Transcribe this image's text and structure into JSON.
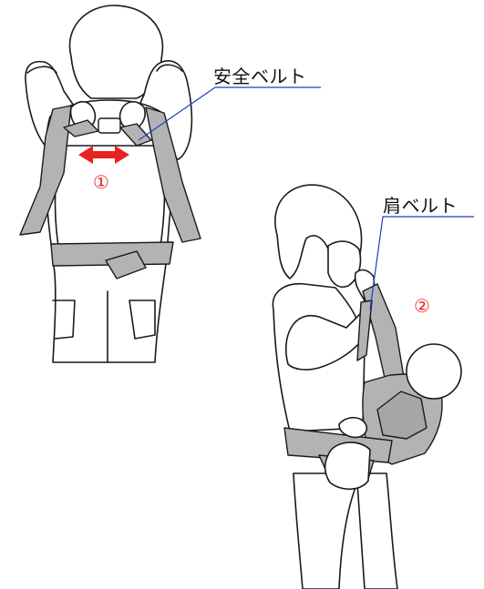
{
  "callouts": {
    "safety_belt": "安全ベルト",
    "shoulder_belt": "肩ベルト"
  },
  "steps": {
    "step1": "①",
    "step2": "②"
  },
  "colors": {
    "outline": "#1a1a1a",
    "belt_gray": "#b3b3b3",
    "belt_dark": "#8f8f8f",
    "leader_line": "#1f3fbf",
    "accent_red": "#e8231f",
    "background": "#ffffff"
  }
}
